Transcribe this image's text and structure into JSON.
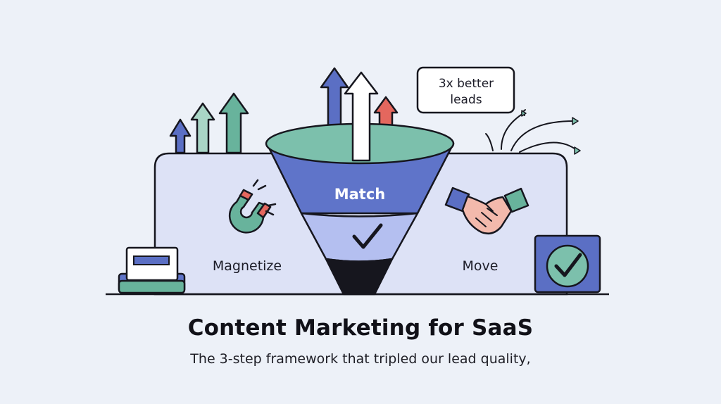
{
  "diagram": {
    "steps": [
      {
        "label": "Magnetize",
        "icon": "magnet-icon"
      },
      {
        "label": "Match",
        "icon": "checkmark-icon"
      },
      {
        "label": "Move",
        "icon": "handshake-icon"
      }
    ],
    "callout": {
      "line1": "3x better",
      "line2": "leads"
    }
  },
  "heading": {
    "title": "Content Marketing for SaaS",
    "subtitle": "The 3-step framework that tripled our lead quality,"
  },
  "colors": {
    "background": "#edf1f8",
    "panel": "#dde2f6",
    "funnel_top": "#7cc0ac",
    "funnel_band": "#5f74c9",
    "funnel_light": "#b4bff0",
    "arrow_blue": "#5b6fc4",
    "arrow_teal": "#68b39c",
    "arrow_mint": "#a9d5c6",
    "arrow_red": "#e4675e",
    "outline": "#16161e"
  }
}
